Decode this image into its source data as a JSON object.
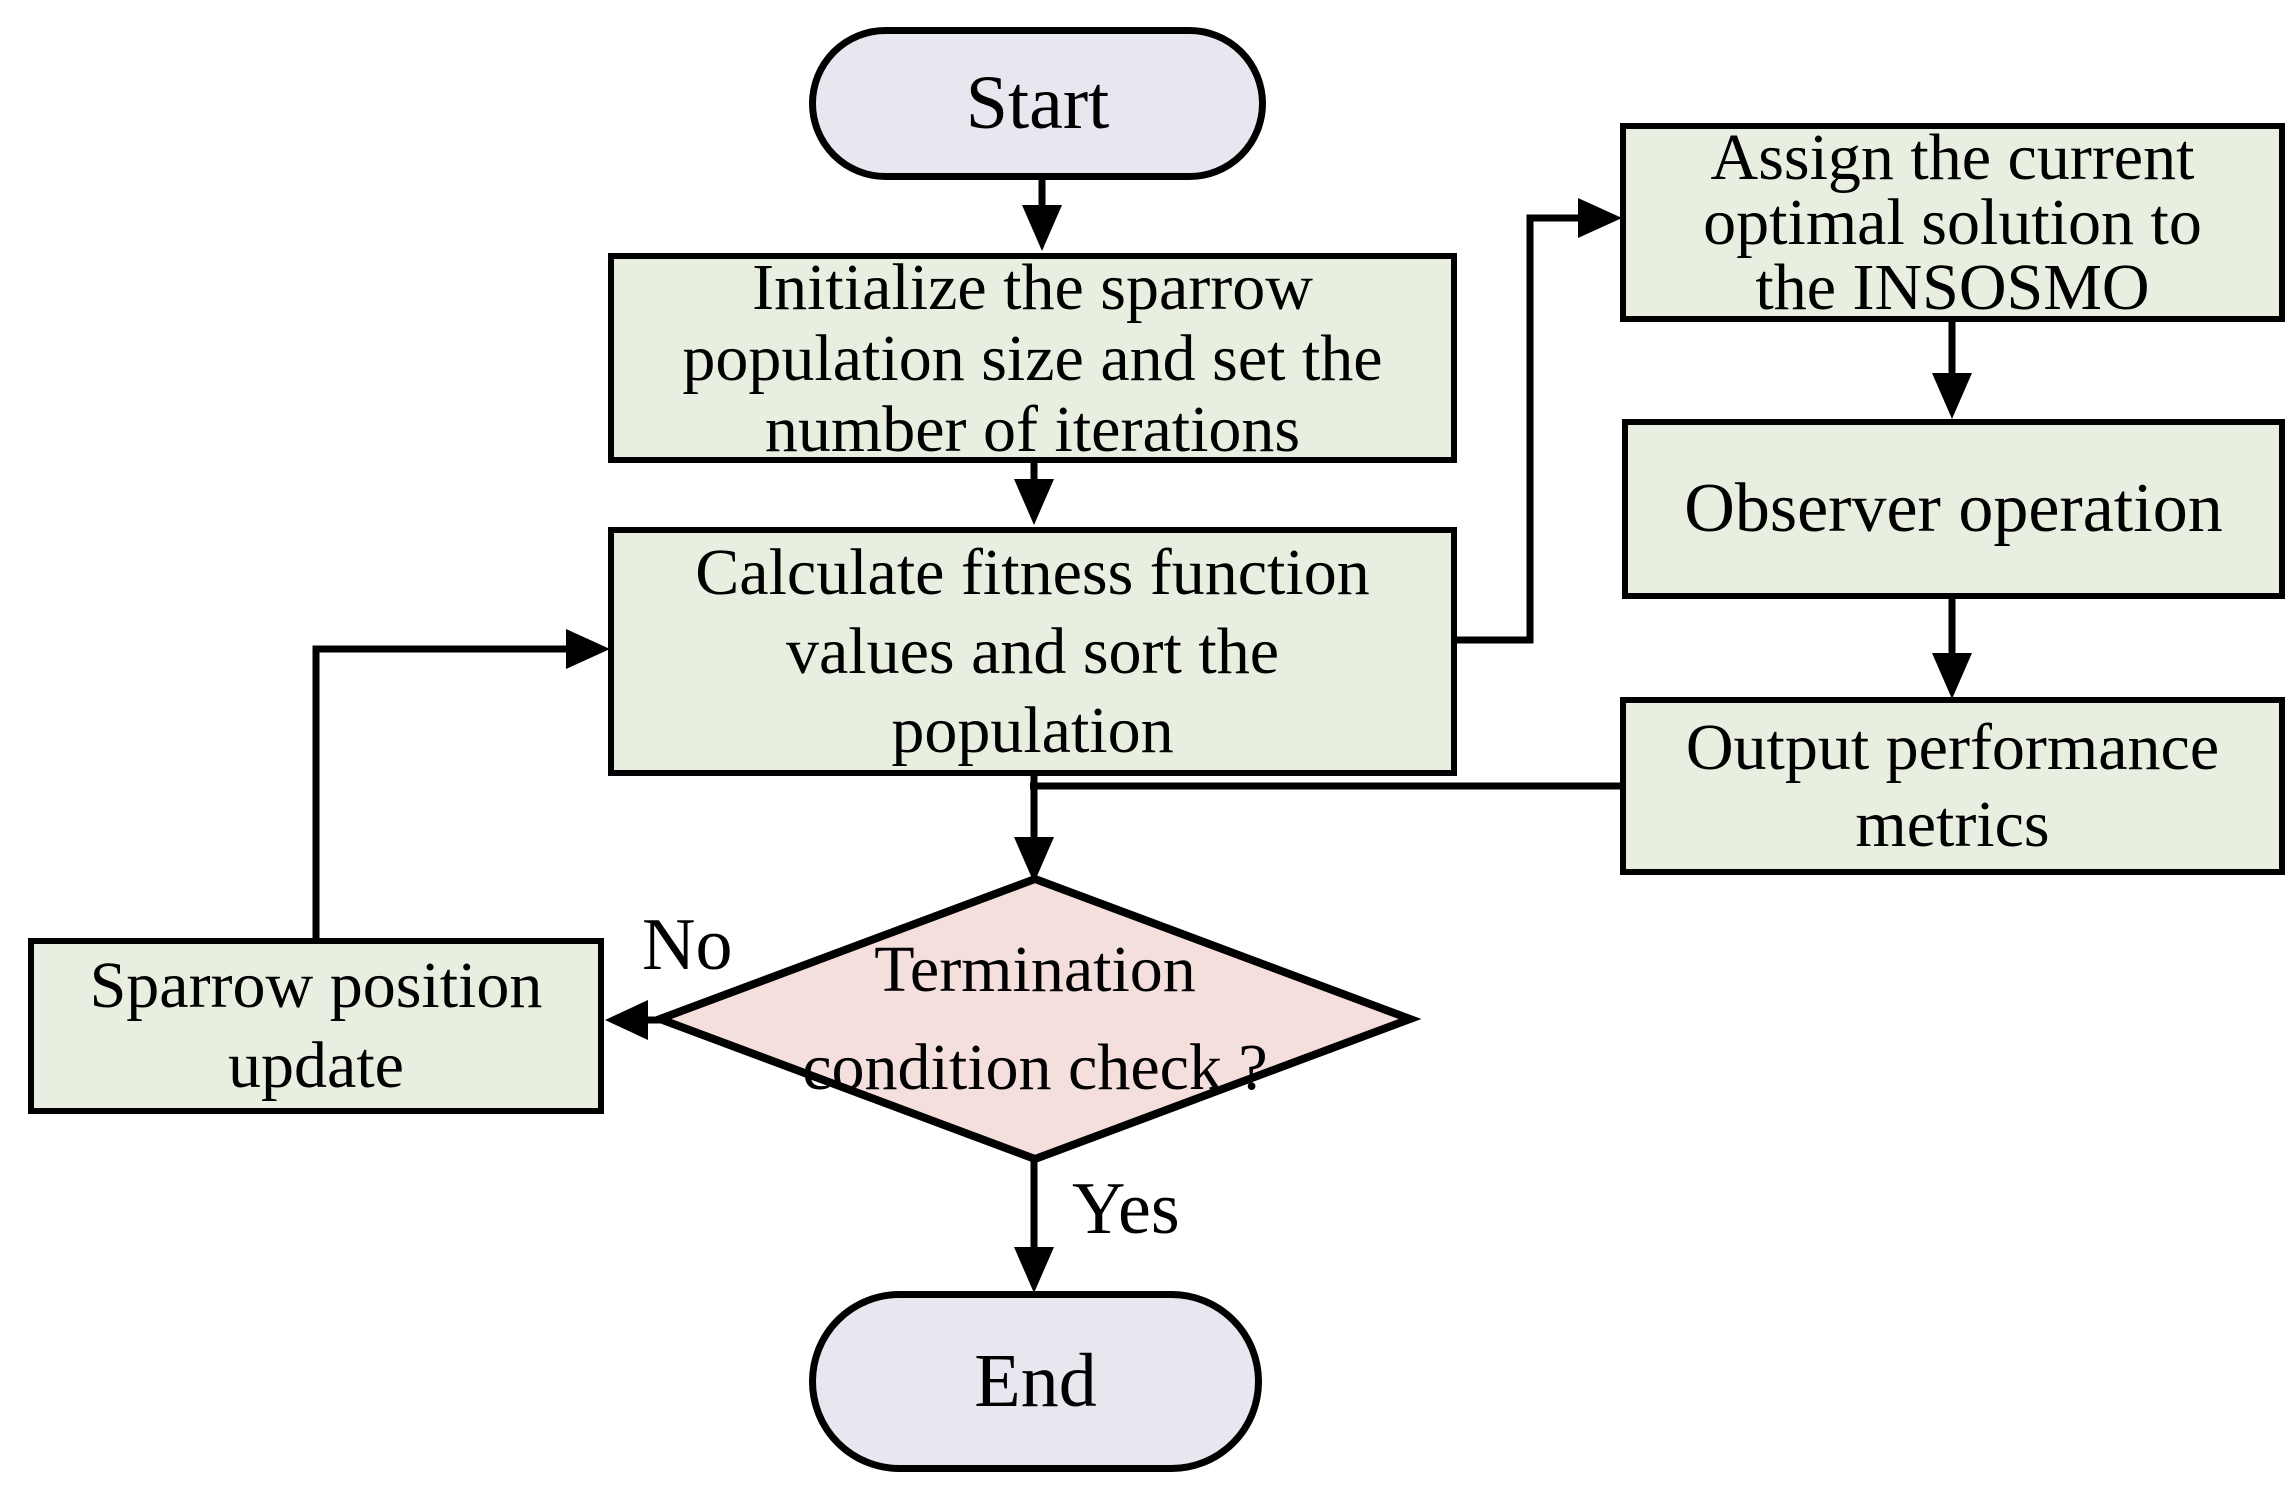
{
  "flowchart": {
    "nodes": {
      "start": {
        "type": "terminal",
        "label": "Start"
      },
      "initialize": {
        "type": "process",
        "lines": [
          "Initialize the sparrow",
          "population size and set the",
          "number of iterations"
        ]
      },
      "calculate": {
        "type": "process",
        "lines": [
          "Calculate fitness function",
          "values and sort the",
          "population"
        ]
      },
      "assign": {
        "type": "process",
        "lines": [
          "Assign the current",
          "optimal solution to",
          "the INSOSMO"
        ]
      },
      "observer": {
        "type": "process",
        "label": "Observer operation"
      },
      "output": {
        "type": "process",
        "lines": [
          "Output performance",
          "metrics"
        ]
      },
      "decision": {
        "type": "decision",
        "lines": [
          "Termination",
          "condition check ?"
        ]
      },
      "sparrow": {
        "type": "process",
        "lines": [
          "Sparrow position",
          "update"
        ]
      },
      "end": {
        "type": "terminal",
        "label": "End"
      }
    },
    "edge_labels": {
      "no": "No",
      "yes": "Yes"
    },
    "colors": {
      "process_fill": "#e9efe0",
      "terminal_fill": "#e9e6f0",
      "decision_fill": "#f5dfdc",
      "stroke": "#000000",
      "background": "#ffffff"
    }
  }
}
